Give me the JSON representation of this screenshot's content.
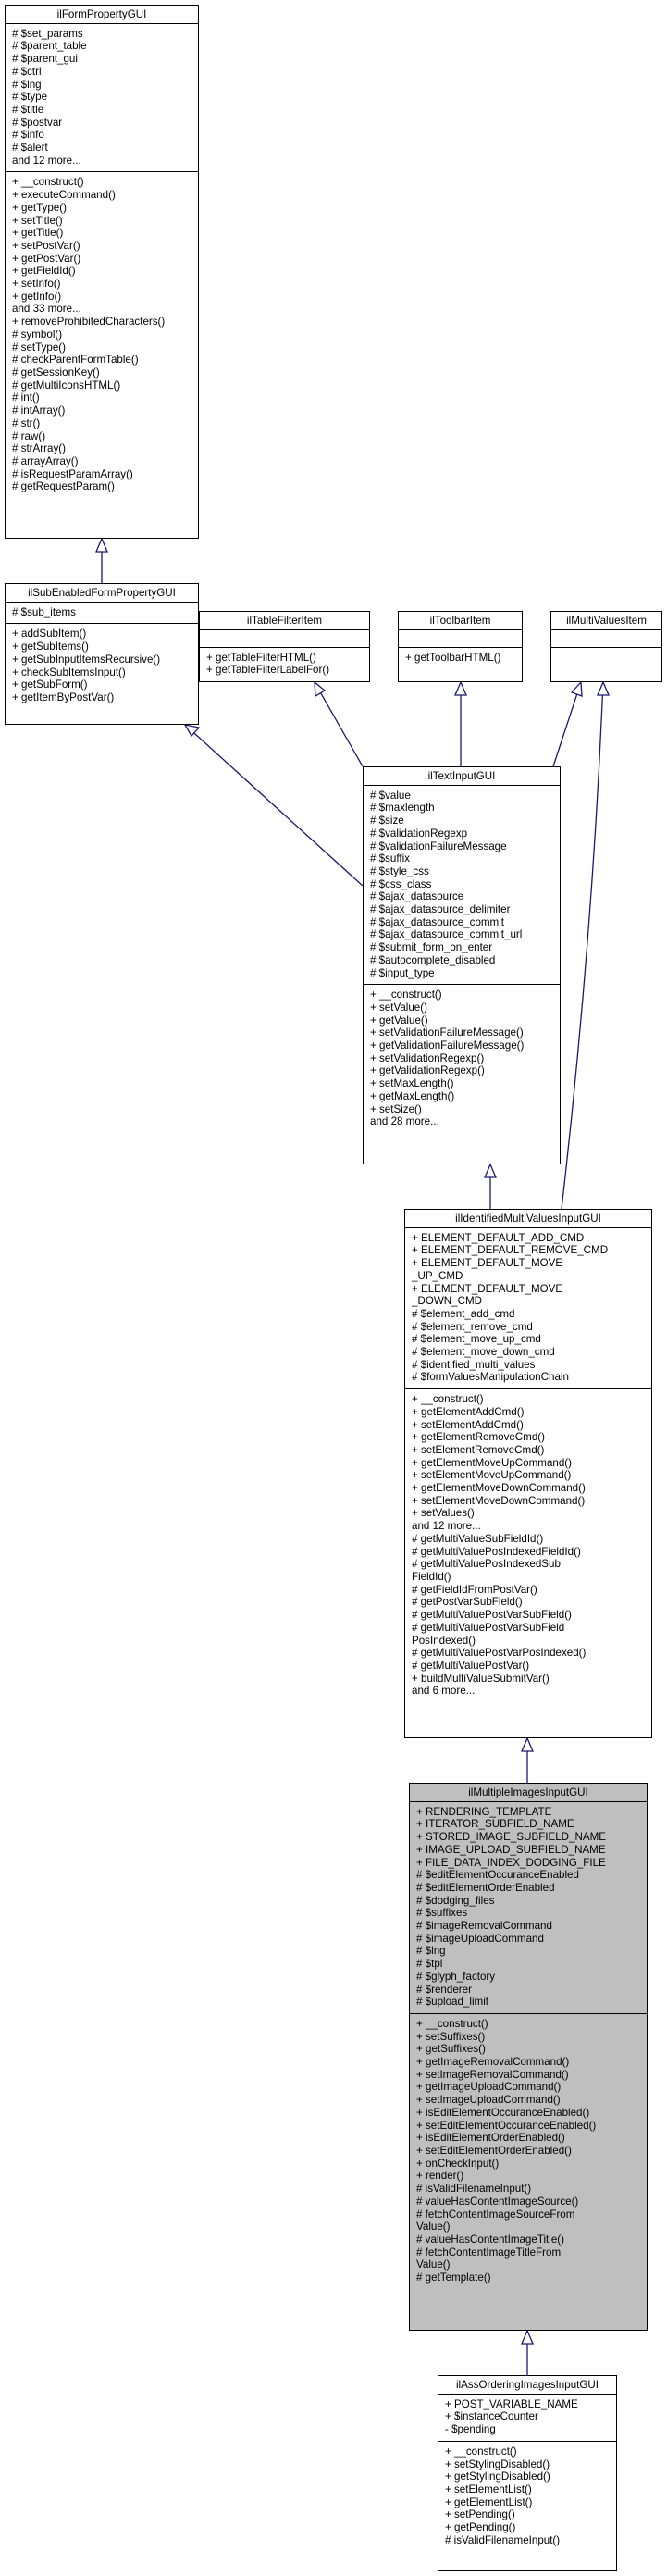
{
  "classes": [
    {
      "id": "ilFormPropertyGUI",
      "name": "ilFormPropertyGUI",
      "attributes": [
        "# $set_params",
        "# $parent_table",
        "# $parent_gui",
        "# $ctrl",
        "# $lng",
        "# $type",
        "# $title",
        "# $postvar",
        "# $info",
        "# $alert",
        "and 12 more..."
      ],
      "operations": [
        "+ __construct()",
        "+ executeCommand()",
        "+ getType()",
        "+ setTitle()",
        "+ getTitle()",
        "+ setPostVar()",
        "+ getPostVar()",
        "+ getFieldId()",
        "+ setInfo()",
        "+ getInfo()",
        "and 33 more...",
        "+ removeProhibitedCharacters()",
        "# symbol()",
        "# setType()",
        "# checkParentFormTable()",
        "# getSessionKey()",
        "# getMultiIconsHTML()",
        "# int()",
        "# intArray()",
        "# str()",
        "# raw()",
        "# strArray()",
        "# arrayArray()",
        "# isRequestParamArray()",
        "# getRequestParam()"
      ]
    },
    {
      "id": "ilSubEnabledFormPropertyGUI",
      "name": "ilSubEnabledFormPropertyGUI",
      "attributes": [
        "# $sub_items"
      ],
      "operations": [
        "+ addSubItem()",
        "+ getSubItems()",
        "+ getSubInputItemsRecursive()",
        "+ checkSubItemsInput()",
        "+ getSubForm()",
        "+ getItemByPostVar()"
      ]
    },
    {
      "id": "ilTableFilterItem",
      "name": "ilTableFilterItem",
      "attributes": [],
      "operations": [
        "+ getTableFilterHTML()",
        "+ getTableFilterLabelFor()"
      ]
    },
    {
      "id": "ilToolbarItem",
      "name": "ilToolbarItem",
      "attributes": [],
      "operations": [
        "+ getToolbarHTML()"
      ]
    },
    {
      "id": "ilMultiValuesItem",
      "name": "ilMultiValuesItem",
      "attributes": [],
      "operations": []
    },
    {
      "id": "ilTextInputGUI",
      "name": "ilTextInputGUI",
      "attributes": [
        "# $value",
        "# $maxlength",
        "# $size",
        "# $validationRegexp",
        "# $validationFailureMessage",
        "# $suffix",
        "# $style_css",
        "# $css_class",
        "# $ajax_datasource",
        "# $ajax_datasource_delimiter",
        "# $ajax_datasource_commit",
        "# $ajax_datasource_commit_url",
        "# $submit_form_on_enter",
        "# $autocomplete_disabled",
        "# $input_type"
      ],
      "operations": [
        "+ __construct()",
        "+ setValue()",
        "+ getValue()",
        "+ setValidationFailureMessage()",
        "+ getValidationFailureMessage()",
        "+ setValidationRegexp()",
        "+ getValidationRegexp()",
        "+ setMaxLength()",
        "+ getMaxLength()",
        "+ setSize()",
        "and 28 more..."
      ]
    },
    {
      "id": "ilIdentifiedMultiValuesInputGUI",
      "name": "ilIdentifiedMultiValuesInputGUI",
      "attributes": [
        "+ ELEMENT_DEFAULT_ADD_CMD",
        "+ ELEMENT_DEFAULT_REMOVE_CMD",
        "+ ELEMENT_DEFAULT_MOVE\n_UP_CMD",
        "+ ELEMENT_DEFAULT_MOVE\n_DOWN_CMD",
        "# $element_add_cmd",
        "# $element_remove_cmd",
        "# $element_move_up_cmd",
        "# $element_move_down_cmd",
        "# $identified_multi_values",
        "# $formValuesManipulationChain"
      ],
      "operations": [
        "+ __construct()",
        "+ getElementAddCmd()",
        "+ setElementAddCmd()",
        "+ getElementRemoveCmd()",
        "+ setElementRemoveCmd()",
        "+ getElementMoveUpCommand()",
        "+ setElementMoveUpCommand()",
        "+ getElementMoveDownCommand()",
        "+ setElementMoveDownCommand()",
        "+ setValues()",
        "and 12 more...",
        "# getMultiValueSubFieldId()",
        "# getMultiValuePosIndexedFieldId()",
        "# getMultiValuePosIndexedSub\nFieldId()",
        "# getFieldIdFromPostVar()",
        "# getPostVarSubField()",
        "# getMultiValuePostVarSubField()",
        "# getMultiValuePostVarSubField\nPosIndexed()",
        "# getMultiValuePostVarPosIndexed()",
        "# getMultiValuePostVar()",
        "+ buildMultiValueSubmitVar()",
        "and 6 more..."
      ]
    },
    {
      "id": "ilMultipleImagesInputGUI",
      "name": "ilMultipleImagesInputGUI",
      "highlight": true,
      "attributes": [
        "+ RENDERING_TEMPLATE",
        "+ ITERATOR_SUBFIELD_NAME",
        "+ STORED_IMAGE_SUBFIELD_NAME",
        "+ IMAGE_UPLOAD_SUBFIELD_NAME",
        "+ FILE_DATA_INDEX_DODGING_FILE",
        "# $editElementOccuranceEnabled",
        "# $editElementOrderEnabled",
        "# $dodging_files",
        "# $suffixes",
        "# $imageRemovalCommand",
        "# $imageUploadCommand",
        "# $lng",
        "# $tpl",
        "# $glyph_factory",
        "# $renderer",
        "# $upload_limit"
      ],
      "operations": [
        "+ __construct()",
        "+ setSuffixes()",
        "+ getSuffixes()",
        "+ getImageRemovalCommand()",
        "+ setImageRemovalCommand()",
        "+ getImageUploadCommand()",
        "+ setImageUploadCommand()",
        "+ isEditElementOccuranceEnabled()",
        "+ setEditElementOccuranceEnabled()",
        "+ isEditElementOrderEnabled()",
        "+ setEditElementOrderEnabled()",
        "+ onCheckInput()",
        "+ render()",
        "# isValidFilenameInput()",
        "# valueHasContentImageSource()",
        "# fetchContentImageSourceFrom\nValue()",
        "# valueHasContentImageTitle()",
        "# fetchContentImageTitleFrom\nValue()",
        "# getTemplate()"
      ]
    },
    {
      "id": "ilAssOrderingImagesInputGUI",
      "name": "ilAssOrderingImagesInputGUI",
      "attributes": [
        "+ POST_VARIABLE_NAME",
        "+ $instanceCounter",
        "- $pending"
      ],
      "operations": [
        "+ __construct()",
        "+ setStylingDisabled()",
        "+ getStylingDisabled()",
        "+ setElementList()",
        "+ getElementList()",
        "+ setPending()",
        "+ getPending()",
        "# isValidFilenameInput()"
      ]
    }
  ],
  "colors": {
    "border": "#000000",
    "highlight_fill": "#bfbfbf",
    "edge": "#191970"
  }
}
